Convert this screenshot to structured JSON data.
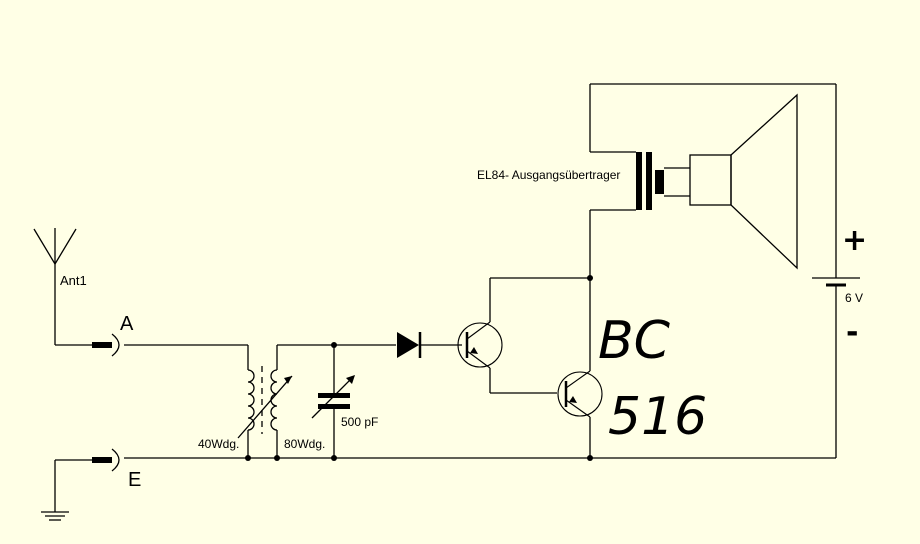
{
  "labels": {
    "antenna": "Ant1",
    "terminal_a": "A",
    "terminal_e": "E",
    "coil1": "40Wdg.",
    "coil2": "80Wdg.",
    "capacitor": "500 pF",
    "transformer": "EL84- Ausgangsübertrager",
    "battery": "6 V",
    "plus": "+",
    "minus": "-",
    "transistor_line1": "BC",
    "transistor_line2": "516"
  },
  "colors": {
    "background": "#ffffe6",
    "line": "#000000"
  }
}
